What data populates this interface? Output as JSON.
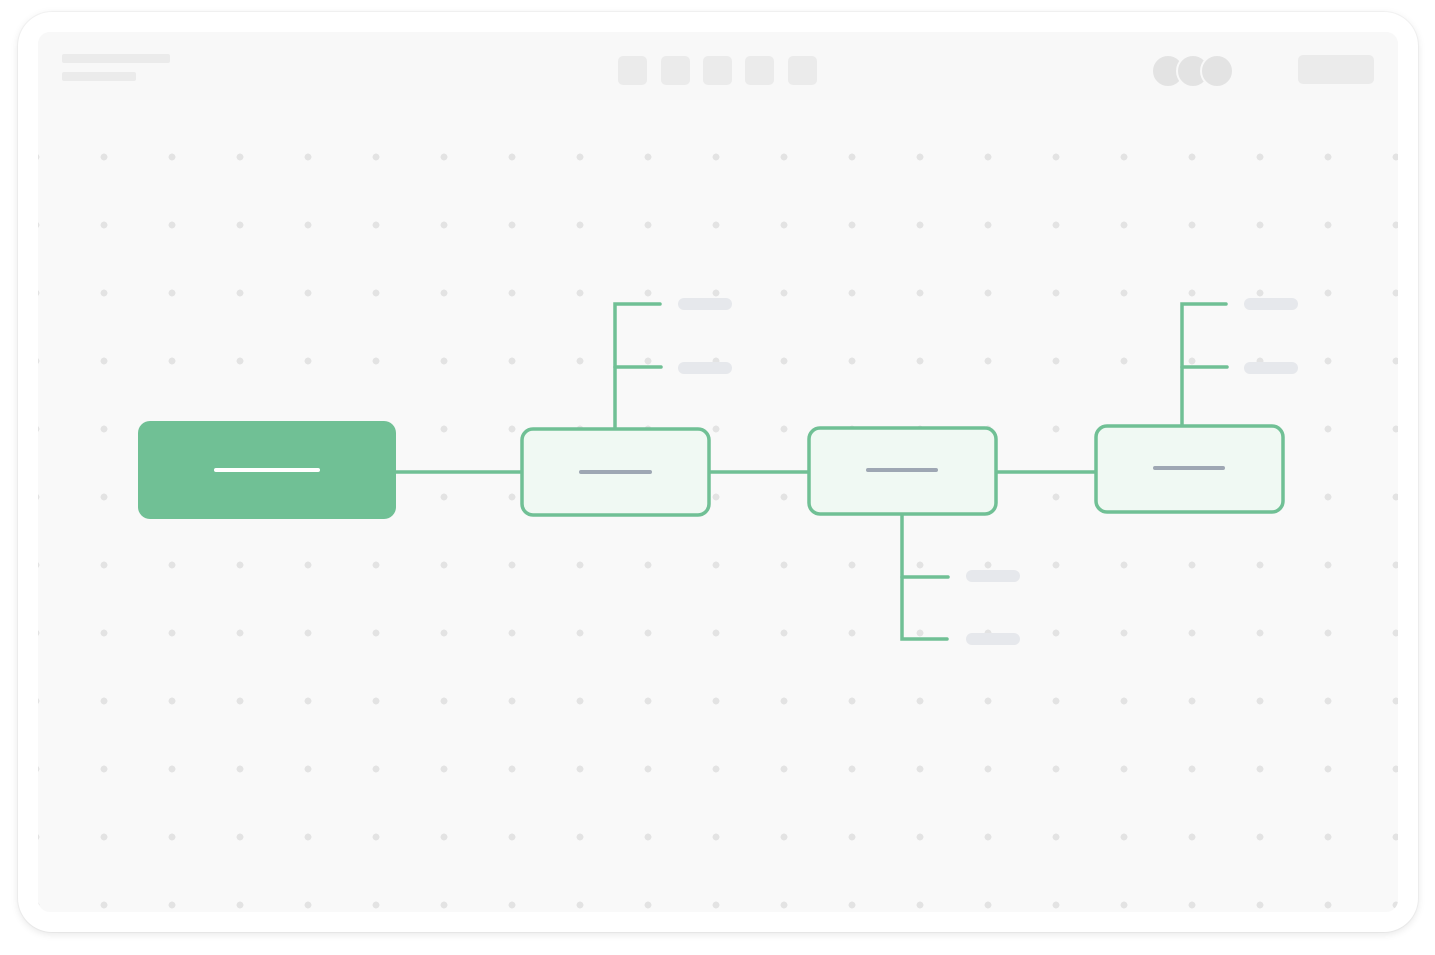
{
  "colors": {
    "accent": "#70c095",
    "node_fill": "#f0f9f3",
    "placeholder_text": "#9ea7b3",
    "leaf_placeholder": "#e6e8ec",
    "chrome_placeholder": "#ebebeb",
    "canvas": "#f9f9f9",
    "grid_dot": "#e3e3e3"
  },
  "toolbar": {
    "tools": [
      {
        "icon": "tool-icon"
      },
      {
        "icon": "tool-icon"
      },
      {
        "icon": "tool-icon"
      },
      {
        "icon": "tool-icon"
      },
      {
        "icon": "tool-icon"
      }
    ],
    "collaborators": 3,
    "share_button": {
      "icon": "share-button-placeholder"
    }
  },
  "diagram": {
    "type": "mind-map",
    "root": {
      "label_placeholder": "white-line",
      "children": [
        "node-1"
      ]
    },
    "nodes": [
      {
        "id": "node-1",
        "leaf_count": 2,
        "leaves_side": "above"
      },
      {
        "id": "node-2",
        "leaf_count": 2,
        "leaves_side": "below"
      },
      {
        "id": "node-3",
        "leaf_count": 2,
        "leaves_side": "above"
      }
    ]
  }
}
